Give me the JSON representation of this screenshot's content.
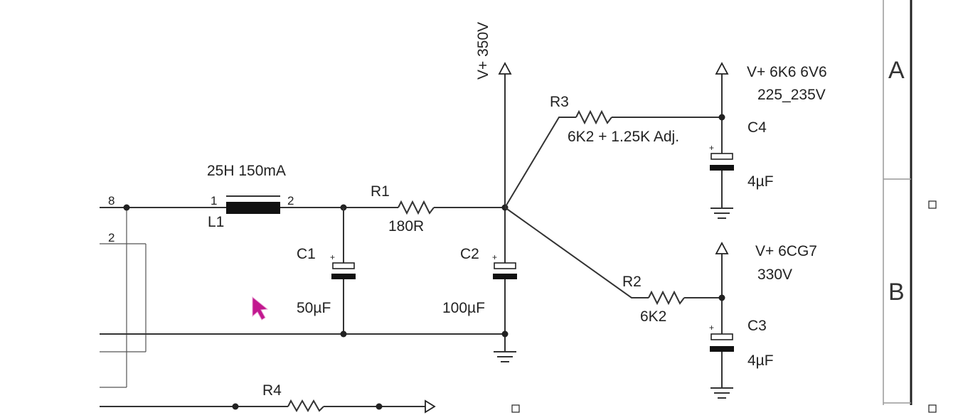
{
  "schematic": {
    "connectors": {
      "pin_8": "8",
      "pin_2": "2"
    },
    "L1": {
      "ref": "L1",
      "value": "25H  150mA",
      "pin1": "1",
      "pin2": "2"
    },
    "R1": {
      "ref": "R1",
      "value": "180R"
    },
    "C1": {
      "ref": "C1",
      "value": "50µF",
      "polarity": "+"
    },
    "C2": {
      "ref": "C2",
      "value": "100µF",
      "polarity": "+"
    },
    "supply_main": {
      "label": "V+ 350V"
    },
    "R3": {
      "ref": "R3",
      "value": "6K2 + 1.25K Adj."
    },
    "C4": {
      "ref": "C4",
      "value": "4µF",
      "polarity": "+"
    },
    "supply_a": {
      "line1": "V+ 6K6  6V6",
      "line2": "225_235V"
    },
    "R2": {
      "ref": "R2",
      "value": "6K2"
    },
    "C3": {
      "ref": "C3",
      "value": "4µF",
      "polarity": "+"
    },
    "supply_b": {
      "line1": "V+ 6CG7",
      "line2": "330V"
    },
    "R4": {
      "ref": "R4"
    }
  },
  "frame": {
    "zone_a": "A",
    "zone_b": "B"
  }
}
